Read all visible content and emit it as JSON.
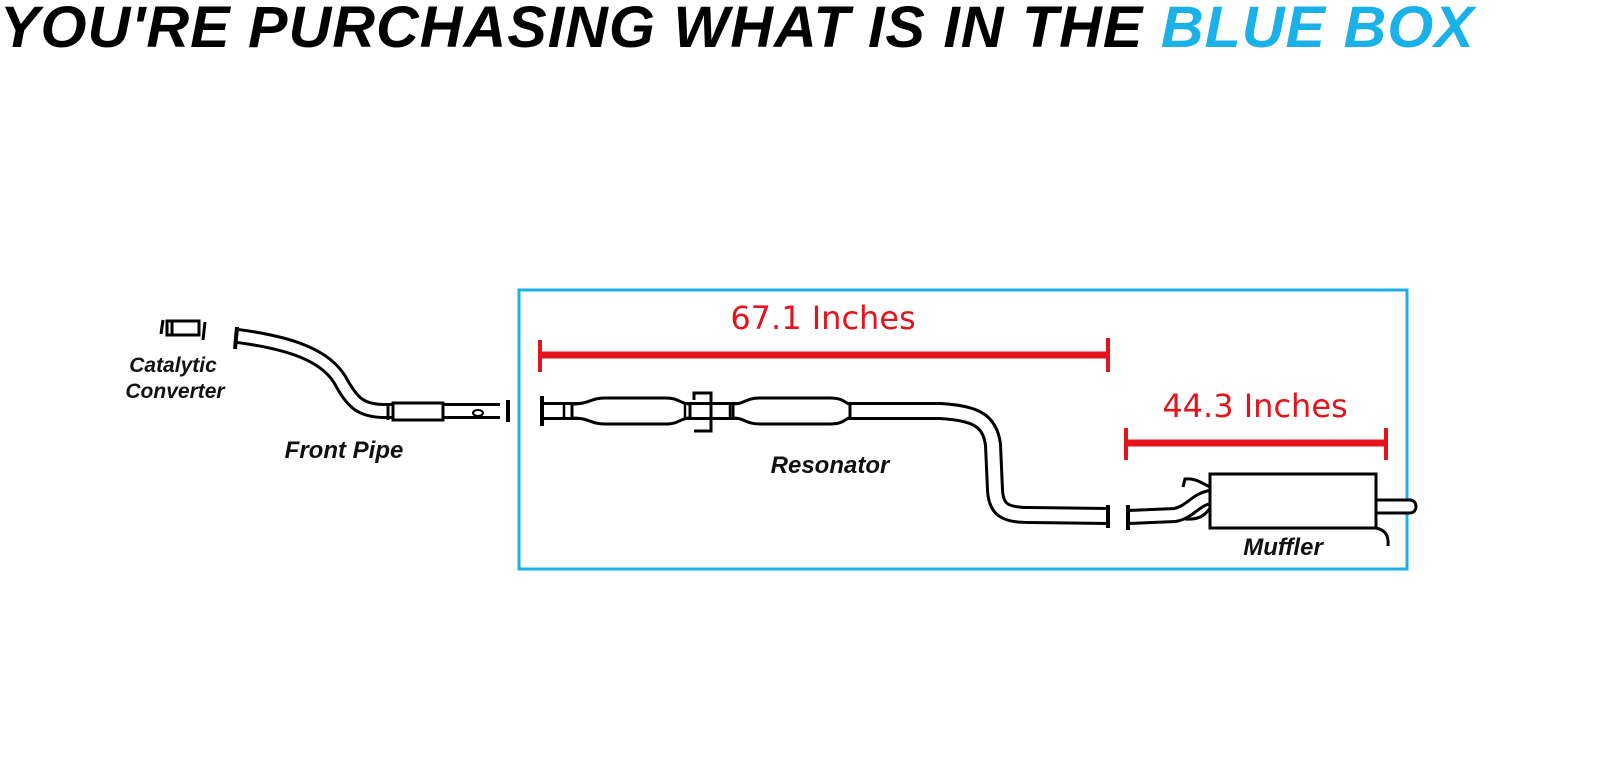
{
  "header": {
    "title_prefix": "YOU'RE PURCHASING WHAT IS IN THE",
    "title_highlight": "BLUE BOX"
  },
  "colors": {
    "highlight": "#1ab0e8",
    "dimension": "#e3141c"
  },
  "parts": {
    "catalytic_converter_line1": "Catalytic",
    "catalytic_converter_line2": "Converter",
    "front_pipe": "Front Pipe",
    "resonator": "Resonator",
    "muffler": "Muffler"
  },
  "dimensions": {
    "resonator_length": "67.1 Inches",
    "muffler_length": "44.3 Inches"
  }
}
